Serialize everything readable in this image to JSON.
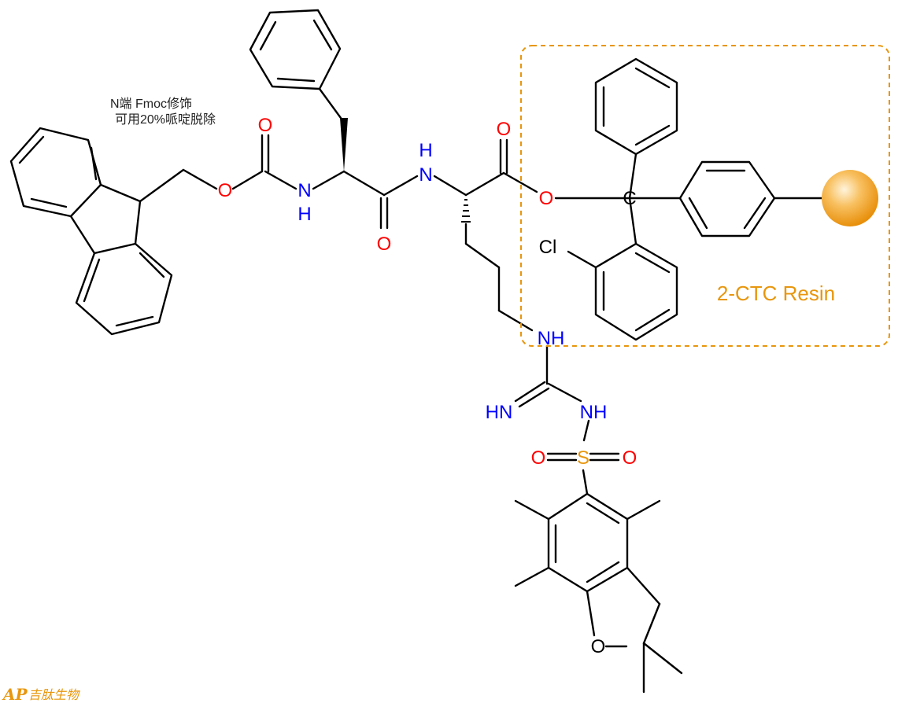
{
  "annotation": {
    "line1": "N端 Fmoc修饰",
    "line2": "可用20%哌啶脱除"
  },
  "resin": {
    "label": "2-CTC Resin",
    "color": "#E8960C"
  },
  "atoms": {
    "O": "O",
    "N": "N",
    "H": "H",
    "NH": "NH",
    "HN": "HN",
    "S": "S",
    "Cl": "Cl",
    "C": "C"
  },
  "colors": {
    "bond": "#000000",
    "oxygen": "#FF0000",
    "nitrogen": "#0000FF",
    "sulfur": "#E8960C",
    "bead": "#F5A623"
  },
  "watermark": {
    "logo_text": "AP",
    "company": "吉肽生物",
    "color": "#E8960C"
  }
}
